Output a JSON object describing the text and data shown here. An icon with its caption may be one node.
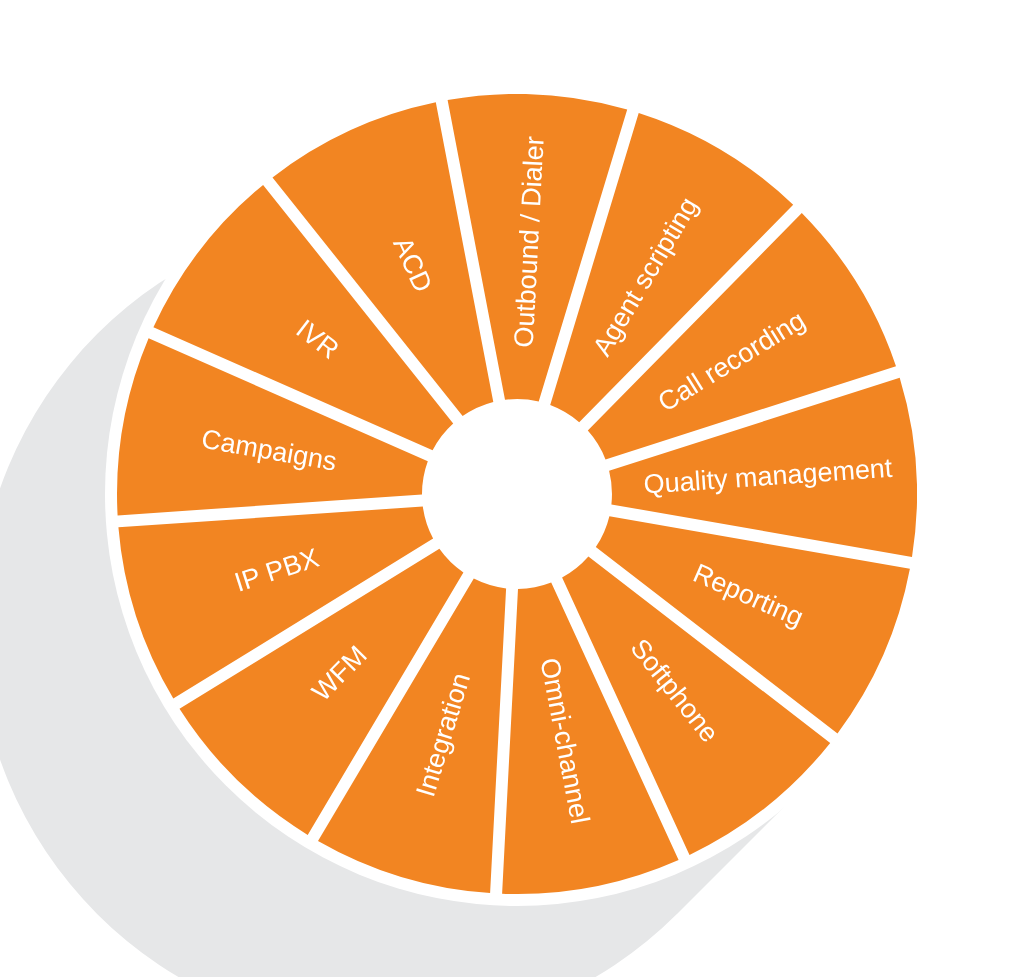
{
  "diagram": {
    "nodes": [
      {
        "text": [
          "Outbound / Dialer"
        ]
      },
      {
        "text": [
          "Agent scripting"
        ]
      },
      {
        "text": [
          "Call recording"
        ]
      },
      {
        "text": [
          "Quality management"
        ]
      },
      {
        "text": [
          "Reporting"
        ]
      },
      {
        "text": [
          "Softphone"
        ]
      },
      {
        "text": [
          "Omni-channel"
        ]
      },
      {
        "text": [
          "Integration"
        ]
      },
      {
        "text": [
          "WFM"
        ]
      },
      {
        "text": [
          "IP PBX"
        ]
      },
      {
        "text": [
          "Campaigns"
        ]
      },
      {
        "text": [
          "IVR"
        ]
      },
      {
        "text": [
          "ACD"
        ]
      }
    ]
  }
}
